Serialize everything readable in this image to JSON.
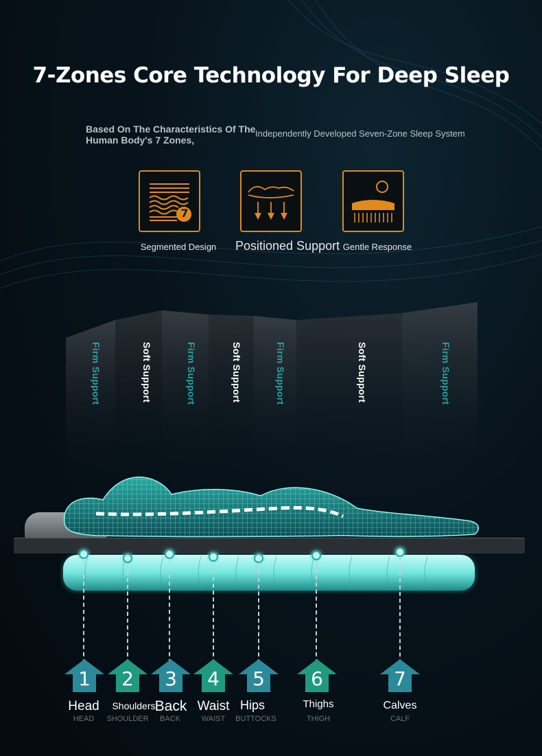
{
  "title": "7-Zones Core Technology For Deep Sleep",
  "subtitle_left": "Based On The Characteristics Of The Human Body's 7 Zones,",
  "subtitle_right": "Independently Developed Seven-Zone Sleep System",
  "features": [
    {
      "label": "Segmented Design",
      "icon": "segmented-layers-icon",
      "badge": "7"
    },
    {
      "label": "Positioned Support",
      "icon": "body-support-icon"
    },
    {
      "label": "Gentle Response",
      "icon": "gentle-spring-icon"
    }
  ],
  "zones": [
    "Firm Support",
    "Soft Support",
    "Firm Support",
    "Soft Support",
    "Firm Support",
    "Soft Support",
    "Firm Support"
  ],
  "parts": [
    {
      "num": "1",
      "label": "Head",
      "sub": "HEAD"
    },
    {
      "num": "2",
      "label": "Shoulders",
      "sub": "SHOULDER"
    },
    {
      "num": "3",
      "label": "Back",
      "sub": "BACK"
    },
    {
      "num": "4",
      "label": "Waist",
      "sub": "WAIST"
    },
    {
      "num": "5",
      "label": "Hips",
      "sub": "BUTTOCKS"
    },
    {
      "num": "6",
      "label": "Thighs",
      "sub": "THIGH"
    },
    {
      "num": "7",
      "label": "Calves",
      "sub": "CALF"
    }
  ],
  "colors": {
    "accent": "#e08a1e",
    "teal": "#2b9fa0",
    "glow": "#7ef3ee",
    "arrow_blue": "#2b8a9a",
    "arrow_green": "#1f9a80"
  }
}
